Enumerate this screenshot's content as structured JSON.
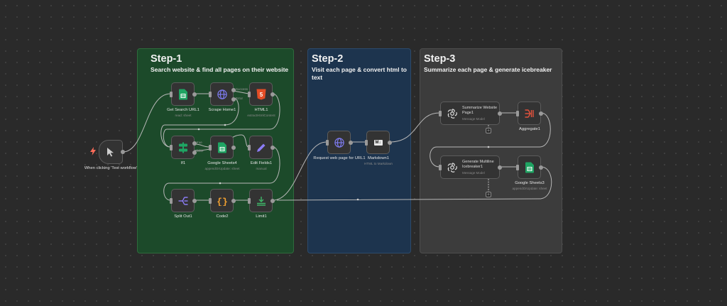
{
  "notes": [
    {
      "title": "Step-1",
      "desc": "Search website & find all pages on their website"
    },
    {
      "title": "Step-2",
      "desc": "Visit each page & convert html to text"
    },
    {
      "title": "Step-3",
      "desc": "Summarize each page & generate icebreaker"
    }
  ],
  "nodes": {
    "trigger": {
      "label": "When clicking 'Test workflow'",
      "icon": "cursor-icon"
    },
    "get_search_url": {
      "label": "Get Search URL1",
      "sub": "read: sheet",
      "icon": "google-sheets-icon"
    },
    "scrape_home": {
      "label": "Scrape Home1",
      "icon": "globe-icon",
      "branch_success": "Success",
      "branch_error": "Error"
    },
    "html1": {
      "label": "HTML1",
      "sub": "extractHtmlContent",
      "icon": "html5-icon"
    },
    "if1": {
      "label": "If1",
      "icon": "if-icon",
      "branch_true": "true",
      "branch_false": "false"
    },
    "google_sheets4": {
      "label": "Google Sheets4",
      "sub": "appendOrUpdate: sheet",
      "icon": "google-sheets-icon"
    },
    "edit_fields": {
      "label": "Edit Fields1",
      "sub": "manual",
      "icon": "pencil-icon"
    },
    "split_out": {
      "label": "Split Out1",
      "icon": "split-icon"
    },
    "code2": {
      "label": "Code2",
      "icon": "braces-icon"
    },
    "limit1": {
      "label": "Limit1",
      "icon": "limit-icon"
    },
    "request_web_page": {
      "label": "Request web page for URL1",
      "icon": "globe-icon"
    },
    "markdown1": {
      "label": "Markdown1",
      "sub": "HTML to Markdown",
      "icon": "markdown-icon",
      "icon_text": "M↓"
    },
    "summarize": {
      "title": "Summarize Website Page1",
      "sub": "Message Model",
      "icon": "openai-icon"
    },
    "aggregate": {
      "label": "Aggregate1",
      "icon": "aggregate-icon"
    },
    "generate": {
      "title": "Generate Multiline Icebreaker1",
      "sub": "Message Model",
      "icon": "openai-icon"
    },
    "google_sheets3": {
      "label": "Google Sheets3",
      "sub": "appendOrUpdate: sheet",
      "icon": "google-sheets-icon"
    }
  },
  "colors": {
    "step1_bg": "#1c4a2a",
    "step2_bg": "#1d344e",
    "step3_bg": "#3c3c3c",
    "sheets_green": "#1fa463",
    "globe_purple": "#7d7bf0",
    "html_red": "#e44d26",
    "edit_purple": "#8b7cf6",
    "code_orange": "#f0a030",
    "limit_green": "#3fba6a",
    "aggregate_red": "#e5533d",
    "trigger_bolt": "#ff6d5a"
  }
}
